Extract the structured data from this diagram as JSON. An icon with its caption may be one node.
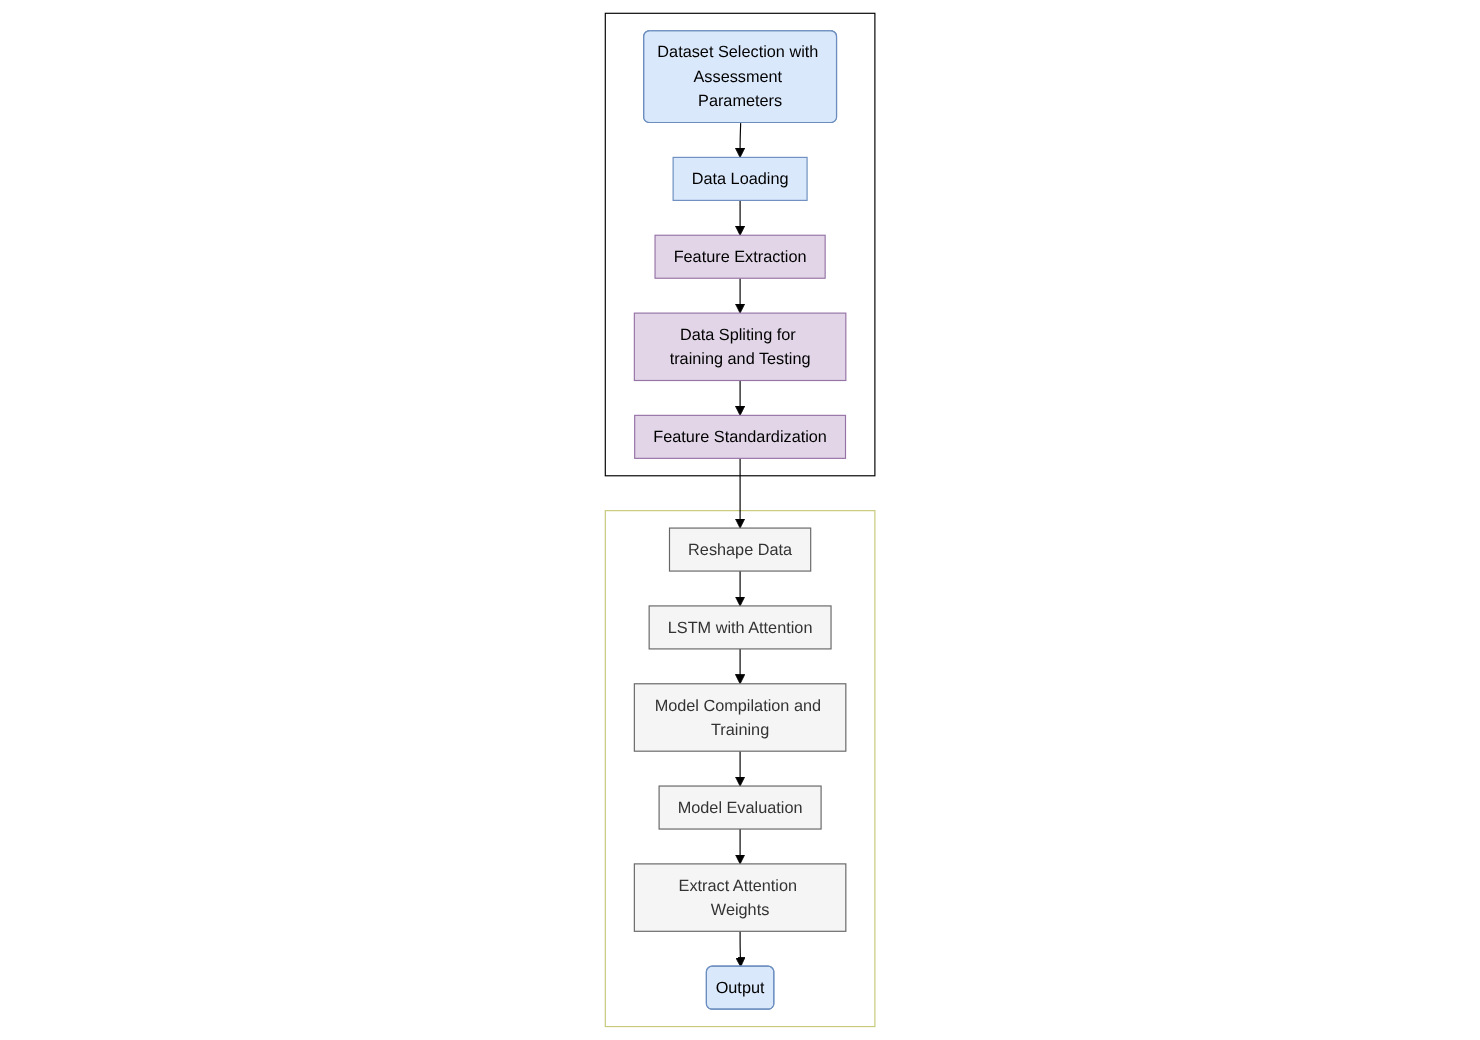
{
  "diagram": {
    "nodes": [
      {
        "text": [],
        "shape": "box"
      },
      {
        "text": [
          "Dataset Selection with Assessment Parameters"
        ],
        "in": 0
      },
      {
        "text": [
          "Data Loading"
        ],
        "in": 0
      },
      {
        "text": [
          "Feature Extraction"
        ],
        "in": 0
      },
      {
        "text": [
          "Data Spliting for training and Testing"
        ],
        "in": 0
      },
      {
        "text": [
          "Feature Standardization"
        ],
        "in": 0
      },
      {
        "text": [],
        "shape": "box"
      },
      {
        "text": [
          "Reshape Data"
        ],
        "in": 6
      },
      {
        "text": [
          "LSTM with Attention"
        ],
        "in": 6
      },
      {
        "text": [
          "Model Compilation and Training"
        ],
        "in": 6
      },
      {
        "text": [
          "Model Evaluation"
        ],
        "in": 6
      },
      {
        "text": [
          "Extract Attention Weights"
        ],
        "in": 6
      },
      {
        "text": [
          "Output"
        ],
        "in": 6
      }
    ],
    "edges": [
      {
        "from": 1,
        "to": 2,
        "arrow": "to"
      },
      {
        "from": 2,
        "to": 3,
        "arrow": "to"
      },
      {
        "from": 3,
        "to": 4,
        "arrow": "to"
      },
      {
        "from": 4,
        "to": 5,
        "arrow": "to"
      },
      {
        "from": 5,
        "to": 7,
        "arrow": "to"
      },
      {
        "from": 7,
        "to": 8,
        "arrow": "to"
      },
      {
        "from": 8,
        "to": 9,
        "arrow": "to"
      },
      {
        "from": 9,
        "to": 10,
        "arrow": "to"
      },
      {
        "from": 10,
        "to": 11,
        "arrow": "to"
      },
      {
        "from": 11,
        "to": 12,
        "arrow": "to"
      }
    ]
  }
}
